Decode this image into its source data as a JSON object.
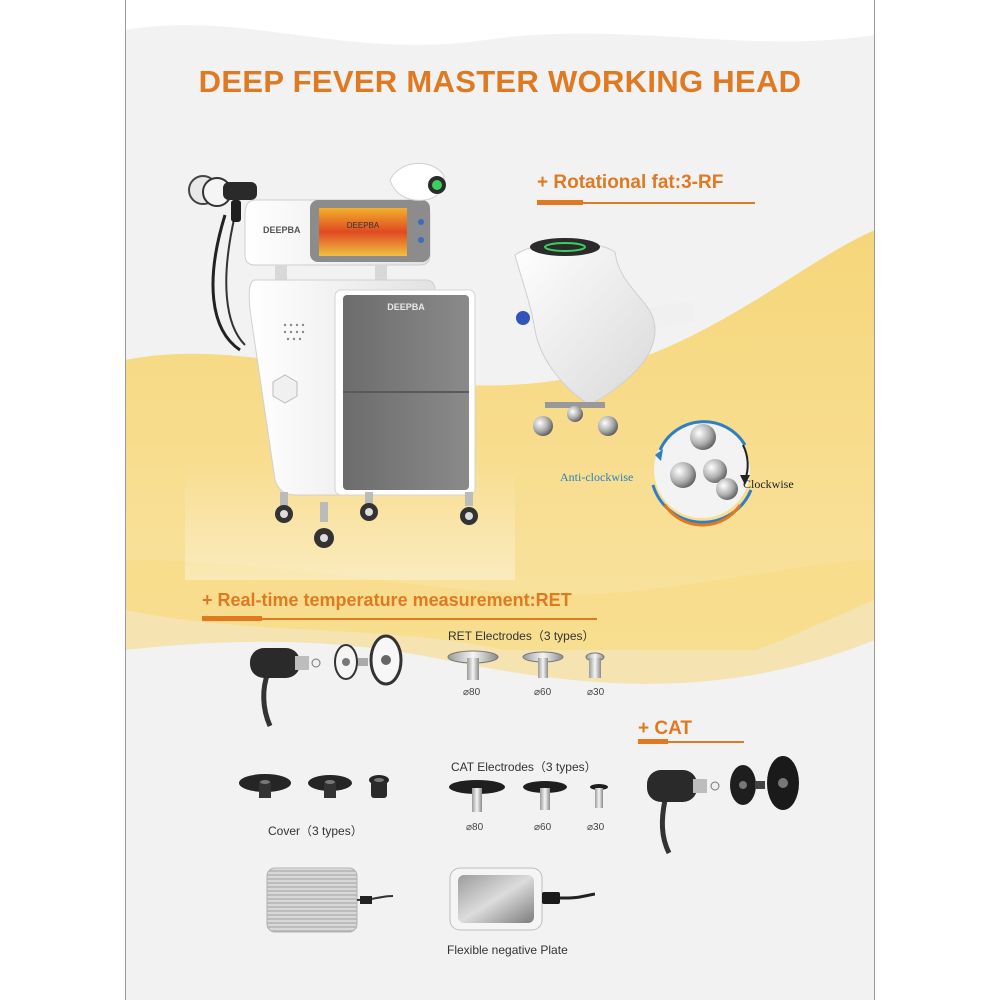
{
  "page": {
    "title": "DEEP FEVER MASTER WORKING HEAD"
  },
  "colors": {
    "accent": "#e07a22",
    "yellow": "#f6d77a",
    "gray_panel": "#7d7d7d",
    "text": "#333333",
    "rotate_blue": "#2f7fc4"
  },
  "device": {
    "brand_screen": "DEEPBA",
    "brand_body": "DEEPBA",
    "brand_panel": "DEEPBA"
  },
  "sections": {
    "rotational": {
      "heading": "+ Rotational fat:3-RF",
      "anti_clockwise": "Anti-clockwise",
      "clockwise": "Clockwise"
    },
    "ret": {
      "heading": "+ Real-time temperature measurement:RET",
      "electrodes_label": "RET Electrodes（3 types）",
      "sizes": [
        "⌀80",
        "⌀60",
        "⌀30"
      ]
    },
    "cat": {
      "heading": "+ CAT",
      "electrodes_label": "CAT  Electrodes（3 types）",
      "sizes": [
        "⌀80",
        "⌀60",
        "⌀30"
      ]
    },
    "cover": {
      "label": "Cover（3 types）"
    },
    "plate": {
      "label": "Flexible negative Plate"
    }
  }
}
